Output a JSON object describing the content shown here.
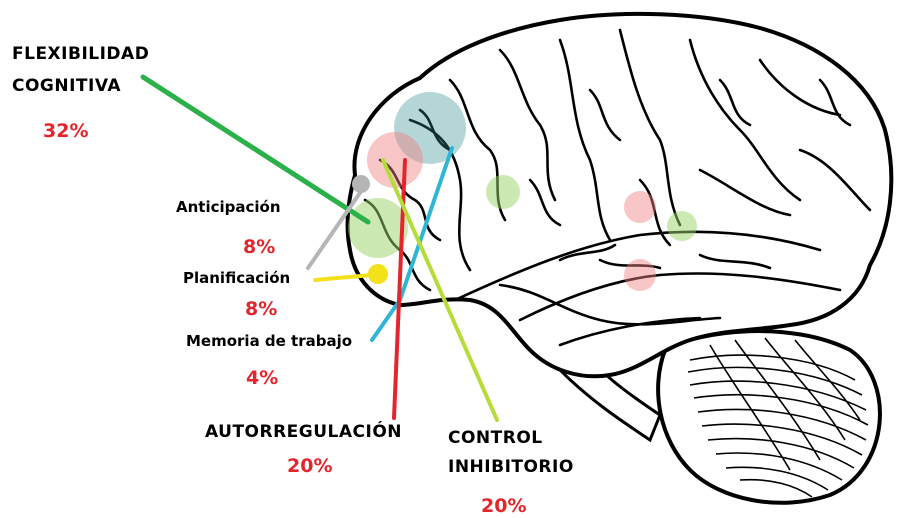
{
  "labels": {
    "flexibilidad": {
      "line1": "FLEXIBILIDAD",
      "line2": "COGNITIVA",
      "pct": "32%"
    },
    "anticipacion": {
      "text": "Anticipación",
      "pct": "8%"
    },
    "planificacion": {
      "text": "Planificación",
      "pct": "8%"
    },
    "memoria": {
      "text": "Memoria de trabajo",
      "pct": "4%"
    },
    "autorregulacion": {
      "text": "AUTORREGULACIÓN",
      "pct": "20%"
    },
    "control": {
      "line1": "CONTROL",
      "line2": "INHIBITORIO",
      "pct": "20%"
    }
  },
  "colors": {
    "percent_text": "#e3262b",
    "flexibilidad_line": "#2bb04a",
    "anticipacion_line": "#b5b5b5",
    "planificacion_line": "#f3e21b",
    "memoria_line": "#2fb6d6",
    "autorregulacion_line": "#e3262b",
    "control_line": "#b6dc3a"
  }
}
